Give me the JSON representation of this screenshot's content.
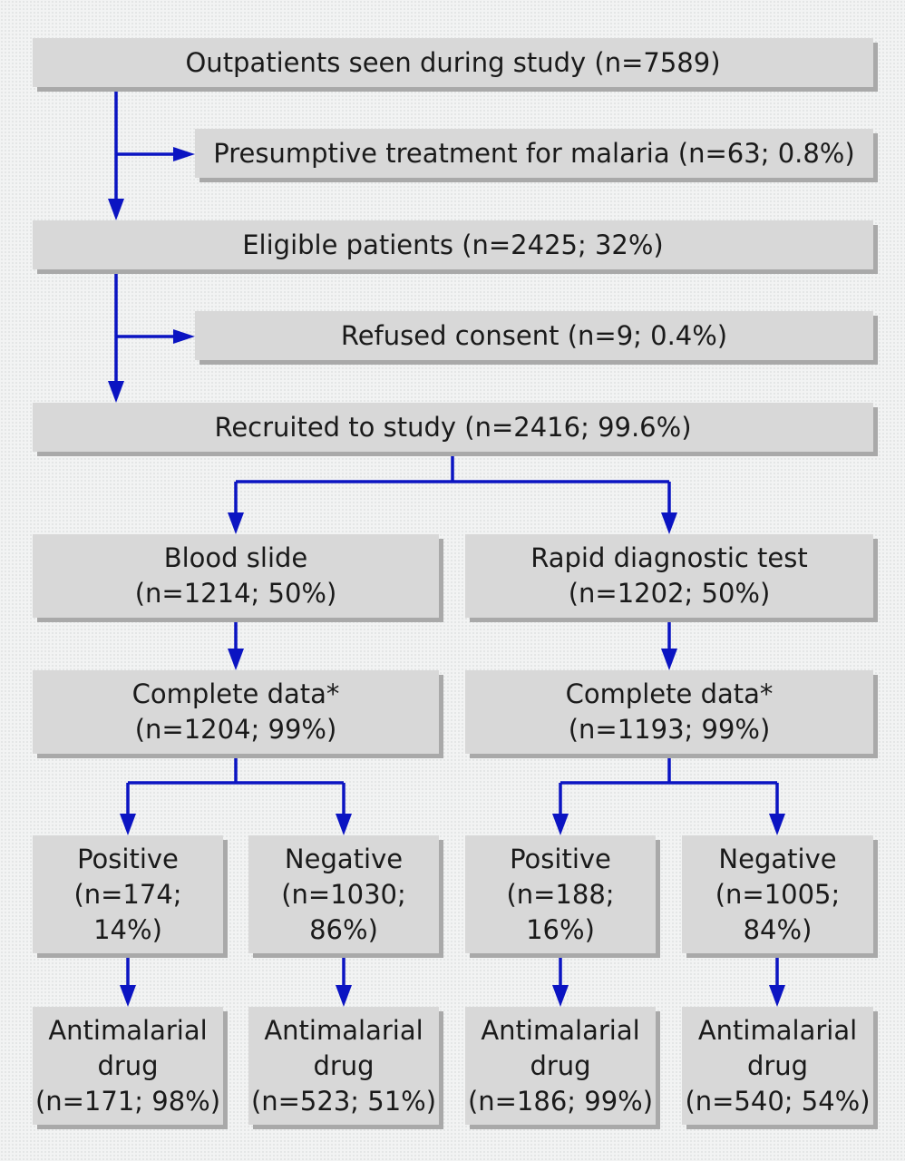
{
  "boxes": {
    "outpatients": [
      "Outpatients seen during study (n=7589)"
    ],
    "presumptive": [
      "Presumptive treatment for malaria (n=63; 0.8%)"
    ],
    "eligible": [
      "Eligible patients (n=2425; 32%)"
    ],
    "refused": [
      "Refused consent (n=9; 0.4%)"
    ],
    "recruited": [
      "Recruited to study (n=2416; 99.6%)"
    ],
    "blood_slide": [
      "Blood slide",
      "(n=1214; 50%)"
    ],
    "rdt": [
      "Rapid diagnostic test",
      "(n=1202; 50%)"
    ],
    "bs_complete": [
      "Complete data*",
      "(n=1204; 99%)"
    ],
    "rdt_complete": [
      "Complete data*",
      "(n=1193; 99%)"
    ],
    "bs_positive": [
      "Positive",
      "(n=174;",
      "14%)"
    ],
    "bs_negative": [
      "Negative",
      "(n=1030;",
      "86%)"
    ],
    "rdt_positive": [
      "Positive",
      "(n=188;",
      "16%)"
    ],
    "rdt_negative": [
      "Negative",
      "(n=1005;",
      "84%)"
    ],
    "bs_pos_drug": [
      "Antimalarial",
      "drug",
      "(n=171; 98%)"
    ],
    "bs_neg_drug": [
      "Antimalarial",
      "drug",
      "(n=523; 51%)"
    ],
    "rdt_pos_drug": [
      "Antimalarial",
      "drug",
      "(n=186; 99%)"
    ],
    "rdt_neg_drug": [
      "Antimalarial",
      "drug",
      "(n=540; 54%)"
    ]
  },
  "colors": {
    "arrow": "#0b14c2",
    "box_fill": "#d8d8d8",
    "box_shadow": "#a9a9a9"
  }
}
